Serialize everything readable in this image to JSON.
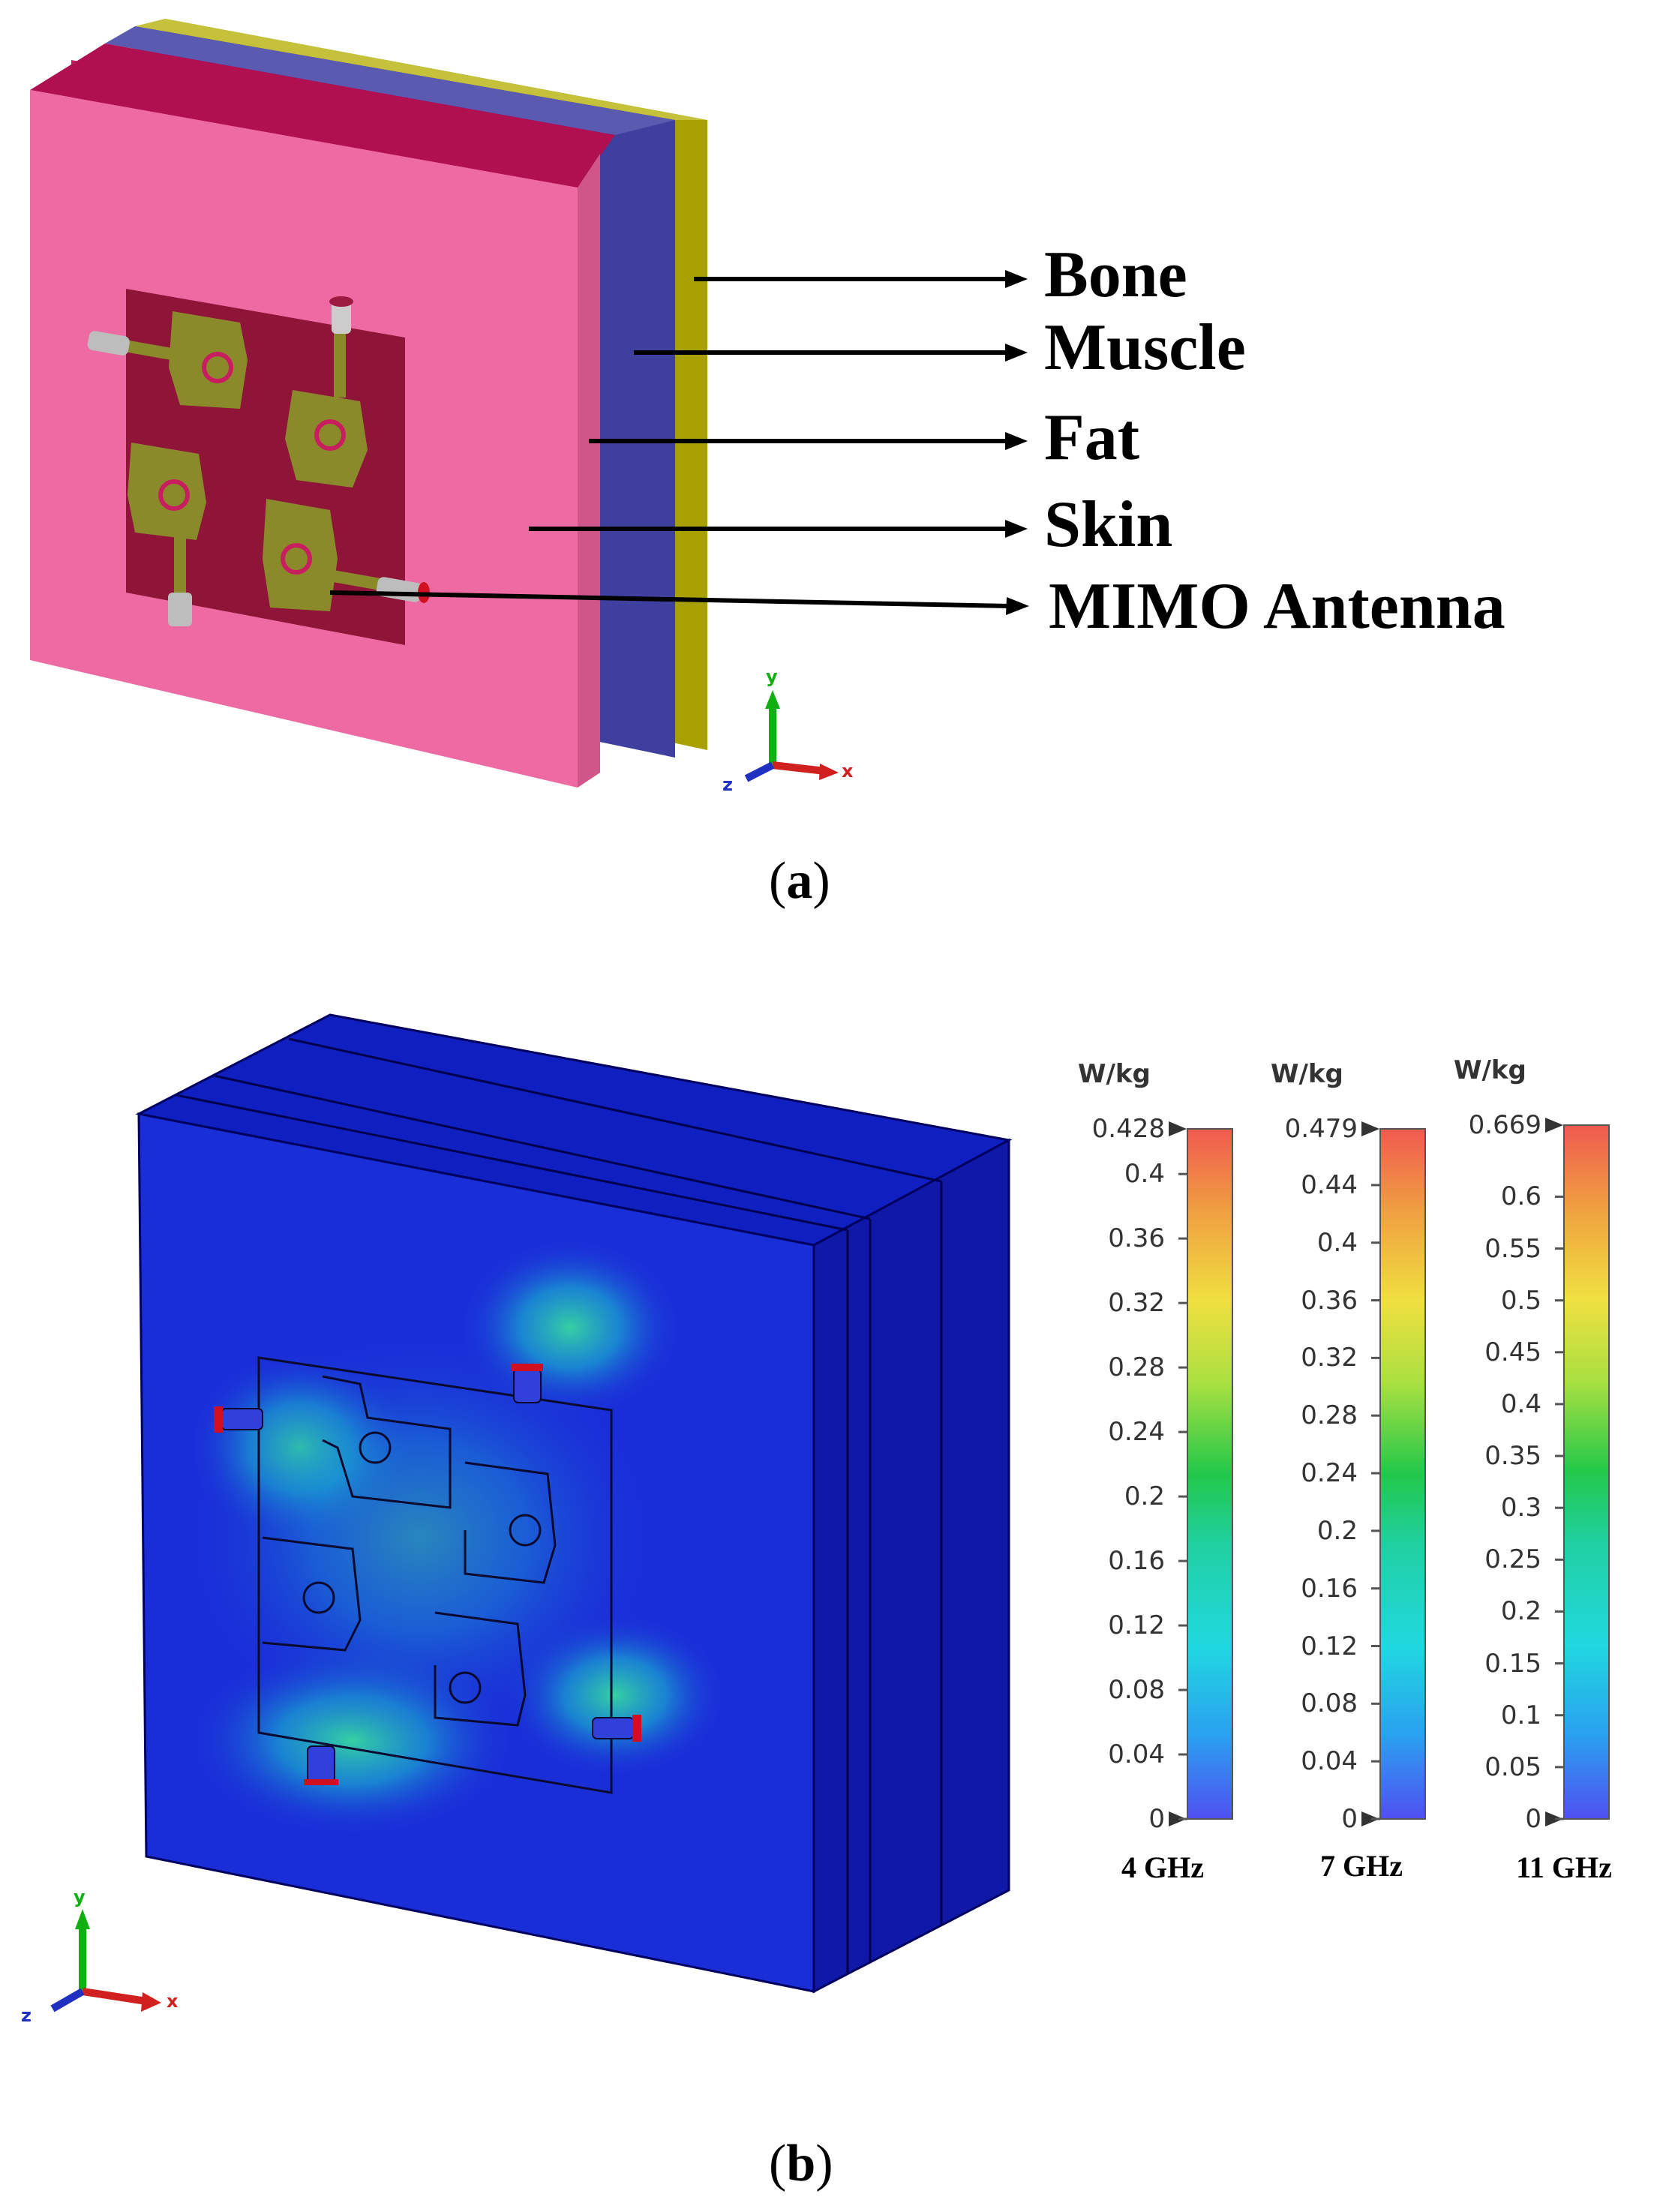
{
  "panel_a": {
    "caption": "(a)",
    "caption_letter": "a",
    "layers": [
      {
        "key": "bone",
        "label": "Bone",
        "color": "#a8a000"
      },
      {
        "key": "muscle",
        "label": "Muscle",
        "color": "#3f3f9f"
      },
      {
        "key": "fat",
        "label": "Fat",
        "color": "#c81e60"
      },
      {
        "key": "skin",
        "label": "Skin",
        "color": "#ee6aa2"
      },
      {
        "key": "mimo",
        "label": "MIMO Antenna",
        "color": "#8a8a2a"
      }
    ],
    "axes": {
      "x": "x",
      "y": "y",
      "z": "z"
    }
  },
  "panel_b": {
    "caption": "(b)",
    "caption_letter": "b",
    "axes": {
      "x": "x",
      "y": "y",
      "z": "z"
    },
    "colorbars": [
      {
        "frequency": "4 GHz",
        "unit": "W/kg",
        "max_label": "0.428",
        "ticks": [
          "0.4",
          "0.36",
          "0.32",
          "0.28",
          "0.24",
          "0.2",
          "0.16",
          "0.12",
          "0.08",
          "0.04",
          "0"
        ]
      },
      {
        "frequency": "7 GHz",
        "unit": "W/kg",
        "max_label": "0.479",
        "ticks": [
          "0.44",
          "0.4",
          "0.36",
          "0.32",
          "0.28",
          "0.24",
          "0.2",
          "0.16",
          "0.12",
          "0.08",
          "0.04",
          "0"
        ]
      },
      {
        "frequency": "11 GHz",
        "unit": "W/kg",
        "max_label": "0.669",
        "ticks": [
          "0.6",
          "0.55",
          "0.5",
          "0.45",
          "0.4",
          "0.35",
          "0.3",
          "0.25",
          "0.2",
          "0.15",
          "0.1",
          "0.05",
          "0"
        ]
      }
    ]
  }
}
